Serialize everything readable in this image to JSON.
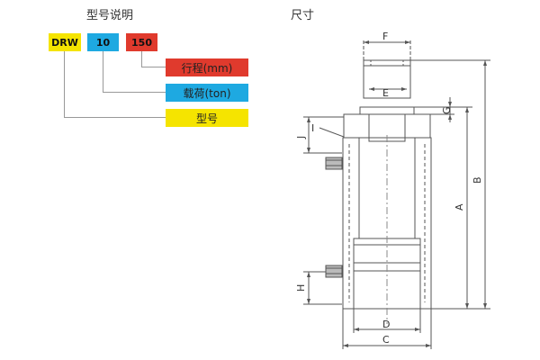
{
  "model_legend": {
    "title": "型号说明",
    "code_boxes": [
      {
        "text": "DRW",
        "color": "#f5e400"
      },
      {
        "text": "10",
        "color": "#1ea9e1"
      },
      {
        "text": "150",
        "color": "#e03a2d"
      }
    ],
    "meaning_boxes": [
      {
        "text": "行程(mm)",
        "color": "#e03a2d"
      },
      {
        "text": "载荷(ton)",
        "color": "#1ea9e1"
      },
      {
        "text": "型号",
        "color": "#f5e400"
      }
    ]
  },
  "dimensions": {
    "title": "尺寸",
    "labels": {
      "F": "F",
      "E": "E",
      "G": "G",
      "J": "J",
      "I": "I",
      "A": "A",
      "B": "B",
      "H": "H",
      "D": "D",
      "C": "C"
    }
  }
}
